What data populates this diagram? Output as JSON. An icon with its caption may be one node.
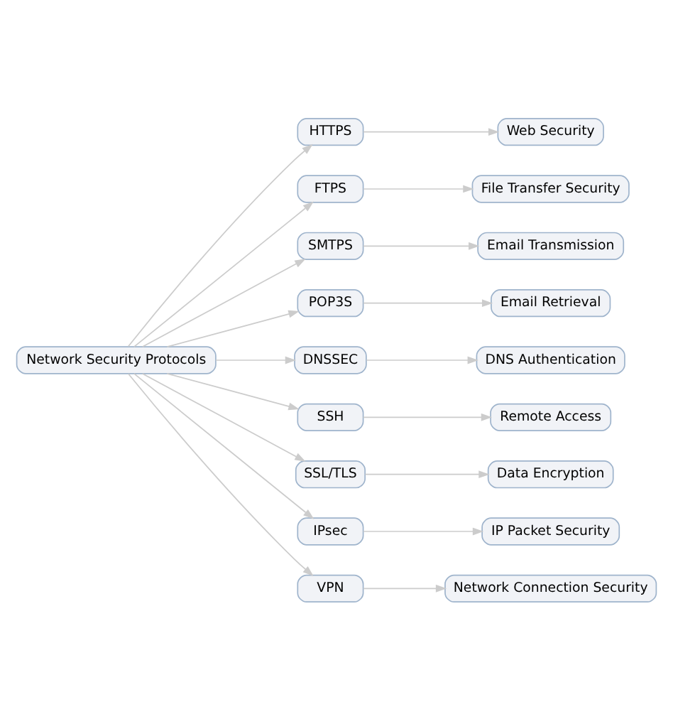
{
  "diagram": {
    "nodes": [
      {
        "text": [
          "Network Security Protocols"
        ]
      },
      {
        "text": [
          "HTTPS"
        ]
      },
      {
        "text": [
          "Web Security"
        ]
      },
      {
        "text": [
          "FTPS"
        ]
      },
      {
        "text": [
          "File Transfer Security"
        ]
      },
      {
        "text": [
          "SMTPS"
        ]
      },
      {
        "text": [
          "Email Transmission"
        ]
      },
      {
        "text": [
          "POP3S"
        ]
      },
      {
        "text": [
          "Email Retrieval"
        ]
      },
      {
        "text": [
          "DNSSEC"
        ]
      },
      {
        "text": [
          "DNS Authentication"
        ]
      },
      {
        "text": [
          "SSH"
        ]
      },
      {
        "text": [
          "Remote Access"
        ]
      },
      {
        "text": [
          "SSL/TLS"
        ]
      },
      {
        "text": [
          "Data Encryption"
        ]
      },
      {
        "text": [
          "IPsec"
        ]
      },
      {
        "text": [
          "IP Packet Security"
        ]
      },
      {
        "text": [
          "VPN"
        ]
      },
      {
        "text": [
          "Network Connection Security"
        ]
      }
    ],
    "edges": [
      {
        "from": 0,
        "to": 1,
        "arrow": "to"
      },
      {
        "from": 1,
        "to": 2,
        "arrow": "to"
      },
      {
        "from": 0,
        "to": 3,
        "arrow": "to"
      },
      {
        "from": 3,
        "to": 4,
        "arrow": "to"
      },
      {
        "from": 0,
        "to": 5,
        "arrow": "to"
      },
      {
        "from": 5,
        "to": 6,
        "arrow": "to"
      },
      {
        "from": 0,
        "to": 7,
        "arrow": "to"
      },
      {
        "from": 7,
        "to": 8,
        "arrow": "to"
      },
      {
        "from": 0,
        "to": 9,
        "arrow": "to"
      },
      {
        "from": 9,
        "to": 10,
        "arrow": "to"
      },
      {
        "from": 0,
        "to": 11,
        "arrow": "to"
      },
      {
        "from": 11,
        "to": 12,
        "arrow": "to"
      },
      {
        "from": 0,
        "to": 13,
        "arrow": "to"
      },
      {
        "from": 13,
        "to": 14,
        "arrow": "to"
      },
      {
        "from": 0,
        "to": 15,
        "arrow": "to"
      },
      {
        "from": 15,
        "to": 16,
        "arrow": "to"
      },
      {
        "from": 0,
        "to": 17,
        "arrow": "to"
      },
      {
        "from": 17,
        "to": 18,
        "arrow": "to"
      }
    ]
  }
}
